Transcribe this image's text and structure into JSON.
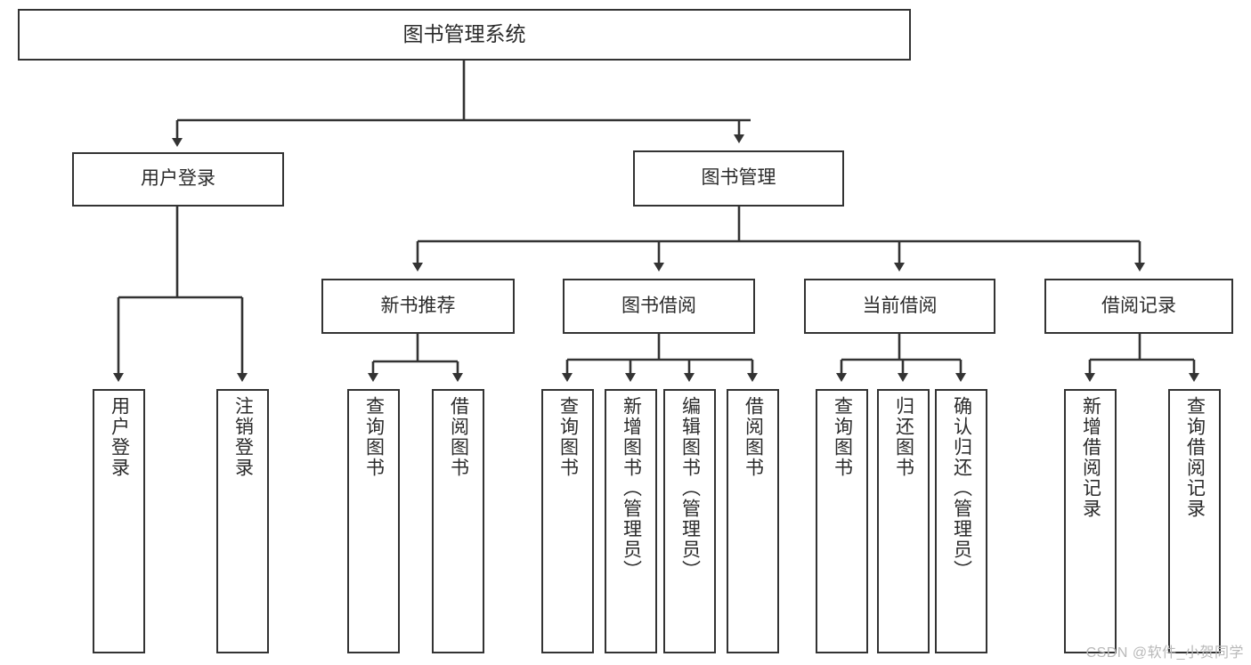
{
  "diagram": {
    "type": "tree-hierarchy-chart",
    "title": "图书管理系统",
    "line_color": "#333333",
    "box_fill": "#ffffff",
    "text_color": "#2b2b2b",
    "watermark": "CSDN @软件_小贺同学",
    "root": {
      "label": "图书管理系统"
    },
    "level1": [
      {
        "label": "用户登录"
      },
      {
        "label": "图书管理"
      }
    ],
    "level2": [
      {
        "label": "新书推荐"
      },
      {
        "label": "图书借阅"
      },
      {
        "label": "当前借阅"
      },
      {
        "label": "借阅记录"
      }
    ],
    "leaves": {
      "user_login": [
        {
          "label": "用户登录"
        },
        {
          "label": "注销登录"
        }
      ],
      "new_book_recommend": [
        {
          "label": "查询图书"
        },
        {
          "label": "借阅图书"
        }
      ],
      "book_borrow": [
        {
          "label": "查询图书"
        },
        {
          "label": "新增图书（管理员）"
        },
        {
          "label": "编辑图书（管理员）"
        },
        {
          "label": "借阅图书"
        }
      ],
      "current_borrow": [
        {
          "label": "查询图书"
        },
        {
          "label": "归还图书"
        },
        {
          "label": "确认归还（管理员）"
        }
      ],
      "borrow_record": [
        {
          "label": "新增借阅记录"
        },
        {
          "label": "查询借阅记录"
        }
      ]
    }
  }
}
